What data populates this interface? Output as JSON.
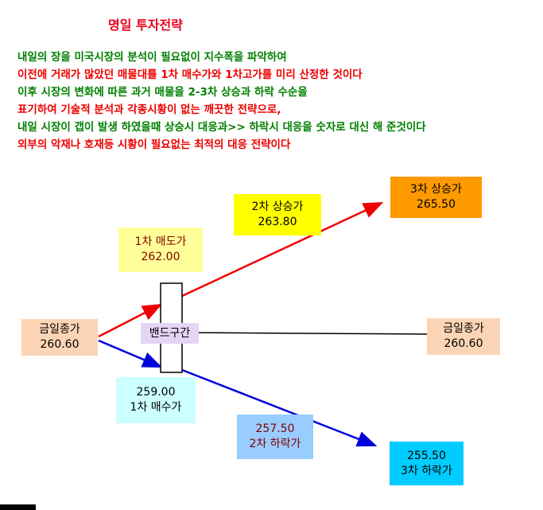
{
  "title": "명일 투자전략",
  "description": [
    {
      "text": "내일의 장을 미국시장의 분석이 필요없이 지수폭을 파악하여",
      "color": "#008000"
    },
    {
      "text": "이전에 거래가 많았던 매물대를 1차 매수가와 1차고가를 미리 산정한 것이다",
      "color": "#ee0000"
    },
    {
      "text": "이후 시장의 변화에 따른 과거 매물을 2-3차 상승과 하락 수순을",
      "color": "#008000"
    },
    {
      "text": "표기하여 기술적  분석과 각종시황이 없는 깨끗한 전략으로,",
      "color": "#ee0000"
    },
    {
      "text": "내일 시장이 갭이 발생 하였을때 상승시 대응과>> 하락시 대응을 숫자로 대신 해 준것이다",
      "color": "#008000"
    },
    {
      "text": "외부의 악재나 호재등  시황이 필요없는 최적의 대응 전략이다",
      "color": "#ee0000"
    }
  ],
  "diagram": {
    "close_left": {
      "label": "금일종가",
      "value": "260.60",
      "color": "#fbd5b5"
    },
    "close_right": {
      "label": "금일종가",
      "value": "260.60",
      "color": "#fbd5b5"
    },
    "sell1": {
      "label": "1차 매도가",
      "value": "262.00",
      "color": "#ffff99"
    },
    "up2": {
      "label": "2차 상승가",
      "value": "263.80",
      "color": "#ffff00"
    },
    "up3": {
      "label": "3차 상승가",
      "value": "265.50",
      "color": "#ff9900"
    },
    "buy1": {
      "value": "259.00",
      "label": "1차 매수가",
      "color": "#ccffff"
    },
    "down2": {
      "value": "257.50",
      "label": "2차 하락가",
      "color": "#99ccff"
    },
    "down3": {
      "value": "255.50",
      "label": "3차 하락가",
      "color": "#00ccff"
    },
    "band": {
      "label": "밴드구간",
      "color": "#e5d5f5"
    },
    "arrow_up_color": "#ee0000",
    "arrow_down_color": "#0000dd"
  }
}
